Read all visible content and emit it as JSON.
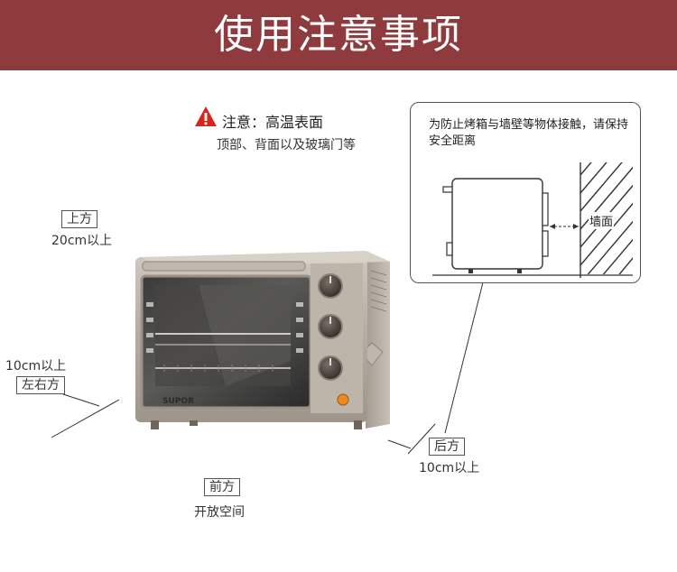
{
  "header": {
    "title": "使用注意事项",
    "bg_color": "#8f3a3d"
  },
  "warning": {
    "icon": "warning-triangle-icon",
    "icon_color": "#d9241c",
    "heading": "注意：高温表面",
    "subtext": "顶部、背面以及玻璃门等"
  },
  "clearance": {
    "top": {
      "label": "上方",
      "distance": "20cm以上"
    },
    "side": {
      "label": "左右方",
      "distance": "10cm以上"
    },
    "back": {
      "label": "后方",
      "distance": "10cm以上"
    },
    "front": {
      "label": "前方",
      "note": "开放空间"
    }
  },
  "callout": {
    "text": "为防止烤箱与墙壁等物体接触，请保持安全距离",
    "wall_label": "墙面"
  },
  "product": {
    "brand": "SUPOR",
    "body_color": "#b7aea4"
  }
}
